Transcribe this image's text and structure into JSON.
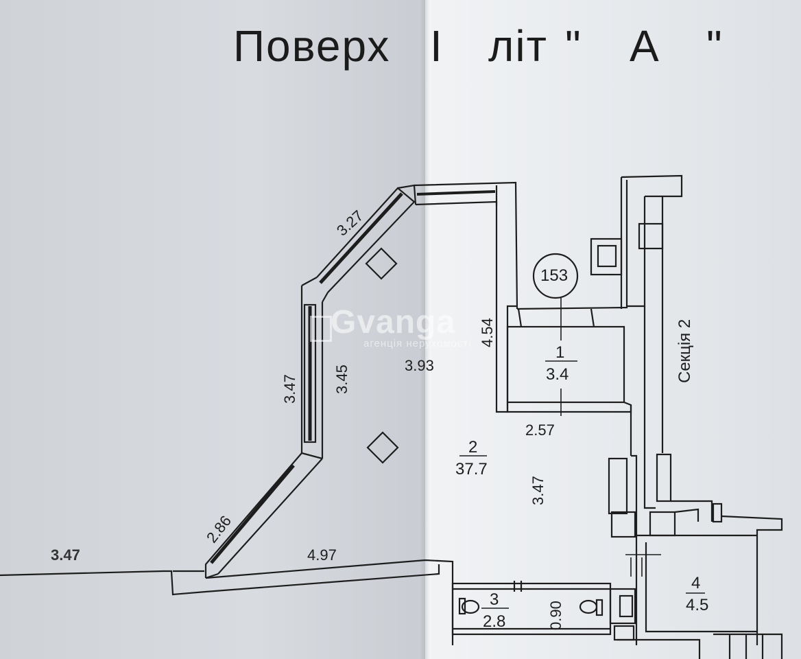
{
  "title": {
    "floor_word": "Поверх",
    "floor_num": "I",
    "lit_word": "літ",
    "quote_open": "\"",
    "letter": "A",
    "quote_close": "\""
  },
  "circle_number": "153",
  "section_label": "Секція 2",
  "rooms": {
    "r1": {
      "num": "1",
      "area": "3.4"
    },
    "r2": {
      "num": "2",
      "area": "37.7"
    },
    "r3": {
      "num": "3",
      "area": "2.8"
    },
    "r4": {
      "num": "4",
      "area": "4.5"
    }
  },
  "dimensions": {
    "d327": "3.27",
    "d347_left": "3.47",
    "d345": "3.45",
    "d393": "3.93",
    "d454": "4.54",
    "d257": "2.57",
    "d347_mid": "3.47",
    "d286": "2.86",
    "d497": "4.97",
    "d347_far": "3.47",
    "d090": "0.90"
  },
  "watermark": {
    "logo": "Gvanga",
    "sub": "агенція нерухомості"
  },
  "colors": {
    "ink": "#1d1d1d",
    "paper_left": "#d4d8dd",
    "paper_right": "#eceef1"
  }
}
